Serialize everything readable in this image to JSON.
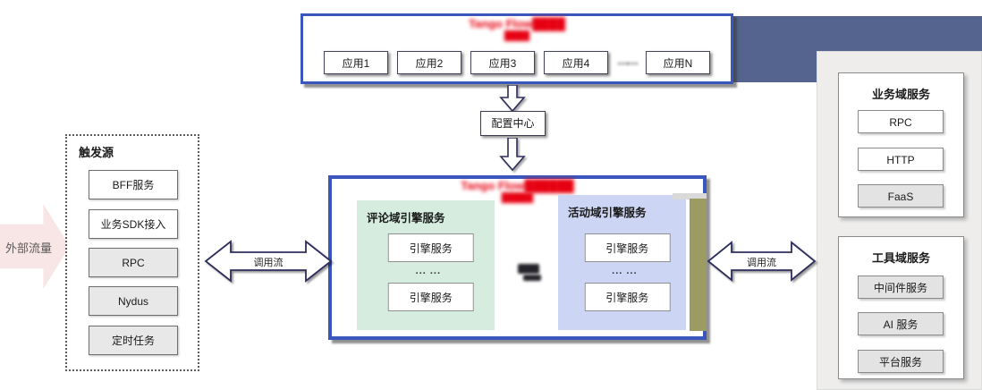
{
  "colors": {
    "frame_blue": "#3a57bd",
    "slate_rect": "#55648f",
    "mint_domain": "#d5ecdf",
    "periwinkle_domain": "#ccd5f3",
    "olive_strip": "#9c9c62",
    "pink_arrow": "#f8e5e5",
    "red_title": "#e60011",
    "shaded_item": "#e8e8e8",
    "panel_bg": "#eeedec"
  },
  "top_box": {
    "title_line1": "Tango Flow████",
    "title_line2": "████",
    "apps": [
      {
        "label": "应用1"
      },
      {
        "label": "应用2"
      },
      {
        "label": "应用3"
      },
      {
        "label": "应用4"
      },
      {
        "label": "应用N"
      }
    ],
    "gap": "……"
  },
  "config_center": {
    "label": "配置中心"
  },
  "external_flow": {
    "label": "外部流量"
  },
  "flow_arrows": {
    "left_label": "调用流",
    "right_label": "调用流"
  },
  "engine_box": {
    "title_line1": "Tango Flow██████",
    "title_line2": "█████",
    "domains": [
      {
        "title": "评论域引擎服务",
        "services": [
          {
            "label": "引擎服务"
          },
          {
            "label": "引擎服务"
          }
        ],
        "ellipsis": "... ..."
      },
      {
        "title": "活动域引擎服务",
        "services": [
          {
            "label": "引擎服务"
          },
          {
            "label": "引擎服务"
          }
        ],
        "ellipsis": "... ..."
      }
    ]
  },
  "trigger_box": {
    "title": "触发源",
    "items": [
      {
        "label": "BFF服务",
        "bg": "#ffffff"
      },
      {
        "label": "业务SDK接入",
        "bg": "#ffffff"
      },
      {
        "label": "RPC",
        "bg": "#e8e8e8"
      },
      {
        "label": "Nydus",
        "bg": "#e8e8e8"
      },
      {
        "label": "定时任务",
        "bg": "#e8e8e8"
      }
    ]
  },
  "right_panel": {
    "groups": [
      {
        "title": "业务域服务",
        "items": [
          {
            "label": "RPC",
            "bg": "#ffffff"
          },
          {
            "label": "HTTP",
            "bg": "#ffffff"
          },
          {
            "label": "FaaS",
            "bg": "#e3e3e3"
          }
        ]
      },
      {
        "title": "工具域服务",
        "items": [
          {
            "label": "中间件服务",
            "bg": "#e3e3e3"
          },
          {
            "label": "AI 服务",
            "bg": "#e3e3e3"
          },
          {
            "label": "平台服务",
            "bg": "#e3e3e3"
          }
        ]
      }
    ]
  }
}
